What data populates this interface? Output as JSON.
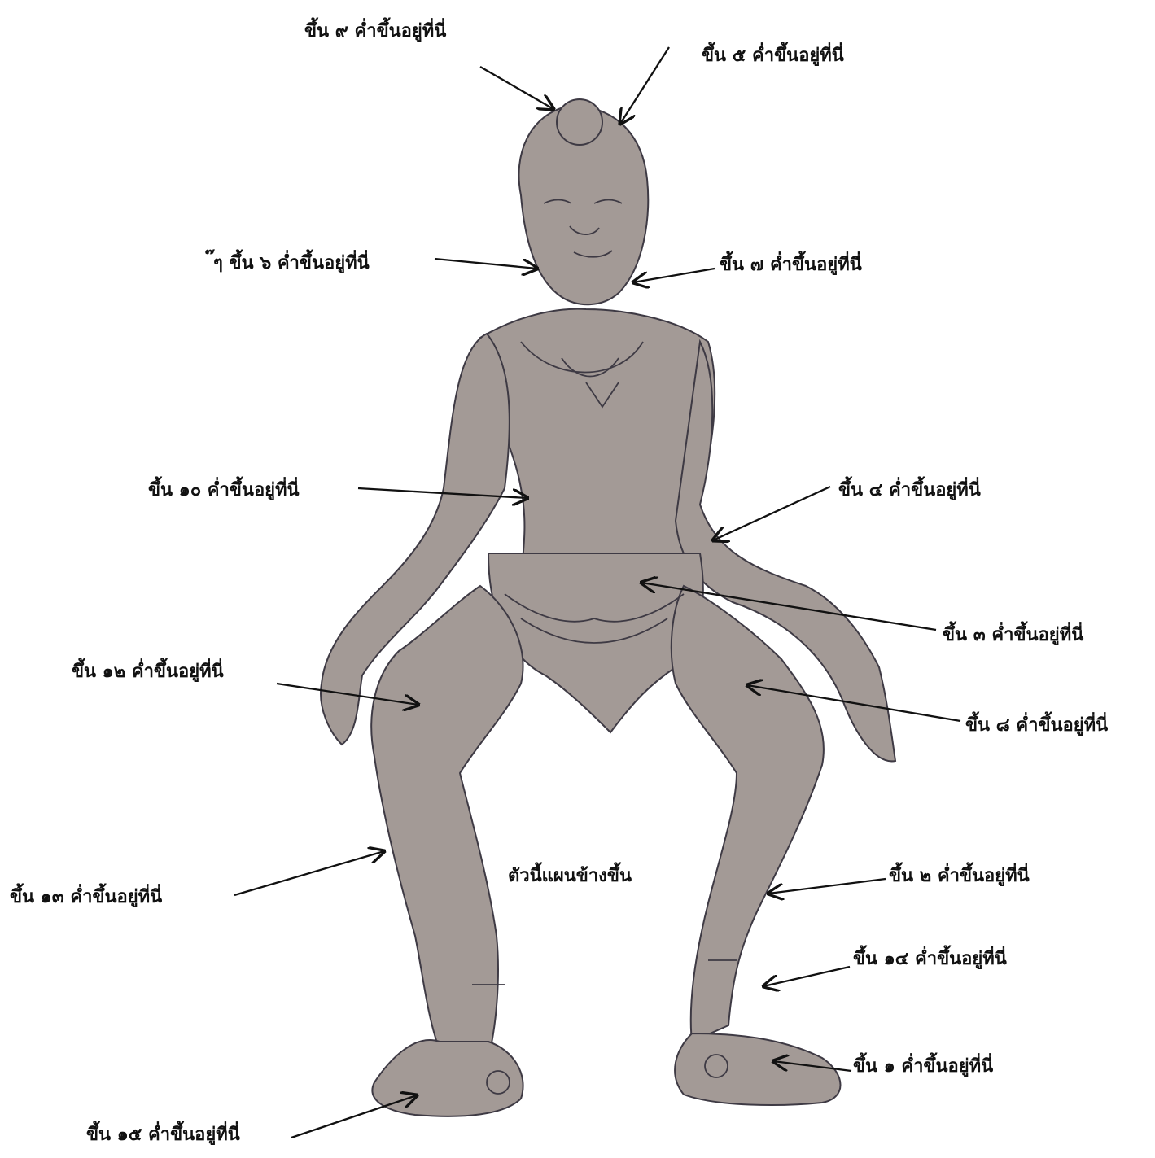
{
  "labels": {
    "l9": "ขึ้น ๙ ค่ำขึ้นอยู่ที่นี่",
    "l5": "ขึ้น ๕ ค่ำขึ้นอยู่ที่นี่",
    "l6": "๊ๆ ขึ้น ๖ ค่ำขึ้นอยู่ที่นี่",
    "l7": "ขึ้น ๗ ค่ำขึ้นอยู่ที่นี่",
    "l10": "ขึ้น ๑๐ ค่ำขึ้นอยู่ที่นี่",
    "l4": "ขึ้น ๔ ค่ำขึ้นอยู่ที่นี่",
    "l3": "ขึ้น ๓ ค่ำขึ้นอยู่ที่นี่",
    "l12": "ขึ้น ๑๒ ค่ำขึ้นอยู่ที่นี่",
    "l8": "ขึ้น ๘ ค่ำขึ้นอยู่ที่นี่",
    "l13": "ขึ้น ๑๓ ค่ำขึ้นอยู่ที่นี่",
    "center": "ตัวนี้แผนข้างขึ้น",
    "l2": "ขึ้น ๒ ค่ำขึ้นอยู่ที่นี่",
    "l14": "ขึ้น ๑๔ ค่ำขึ้นอยู่ที่นี่",
    "l1": "ขึ้น ๑ ค่ำขึ้นอยู่ที่นี่",
    "l15": "ขึ้น ๑๕ ค่ำขึ้นอยู่ที่นี่"
  },
  "colors": {
    "figure_fill": "#a39a96",
    "figure_shadow": "#8f8581",
    "outline": "#3e3a44",
    "arrow": "#111111",
    "watermark": "#e8d8d8"
  }
}
